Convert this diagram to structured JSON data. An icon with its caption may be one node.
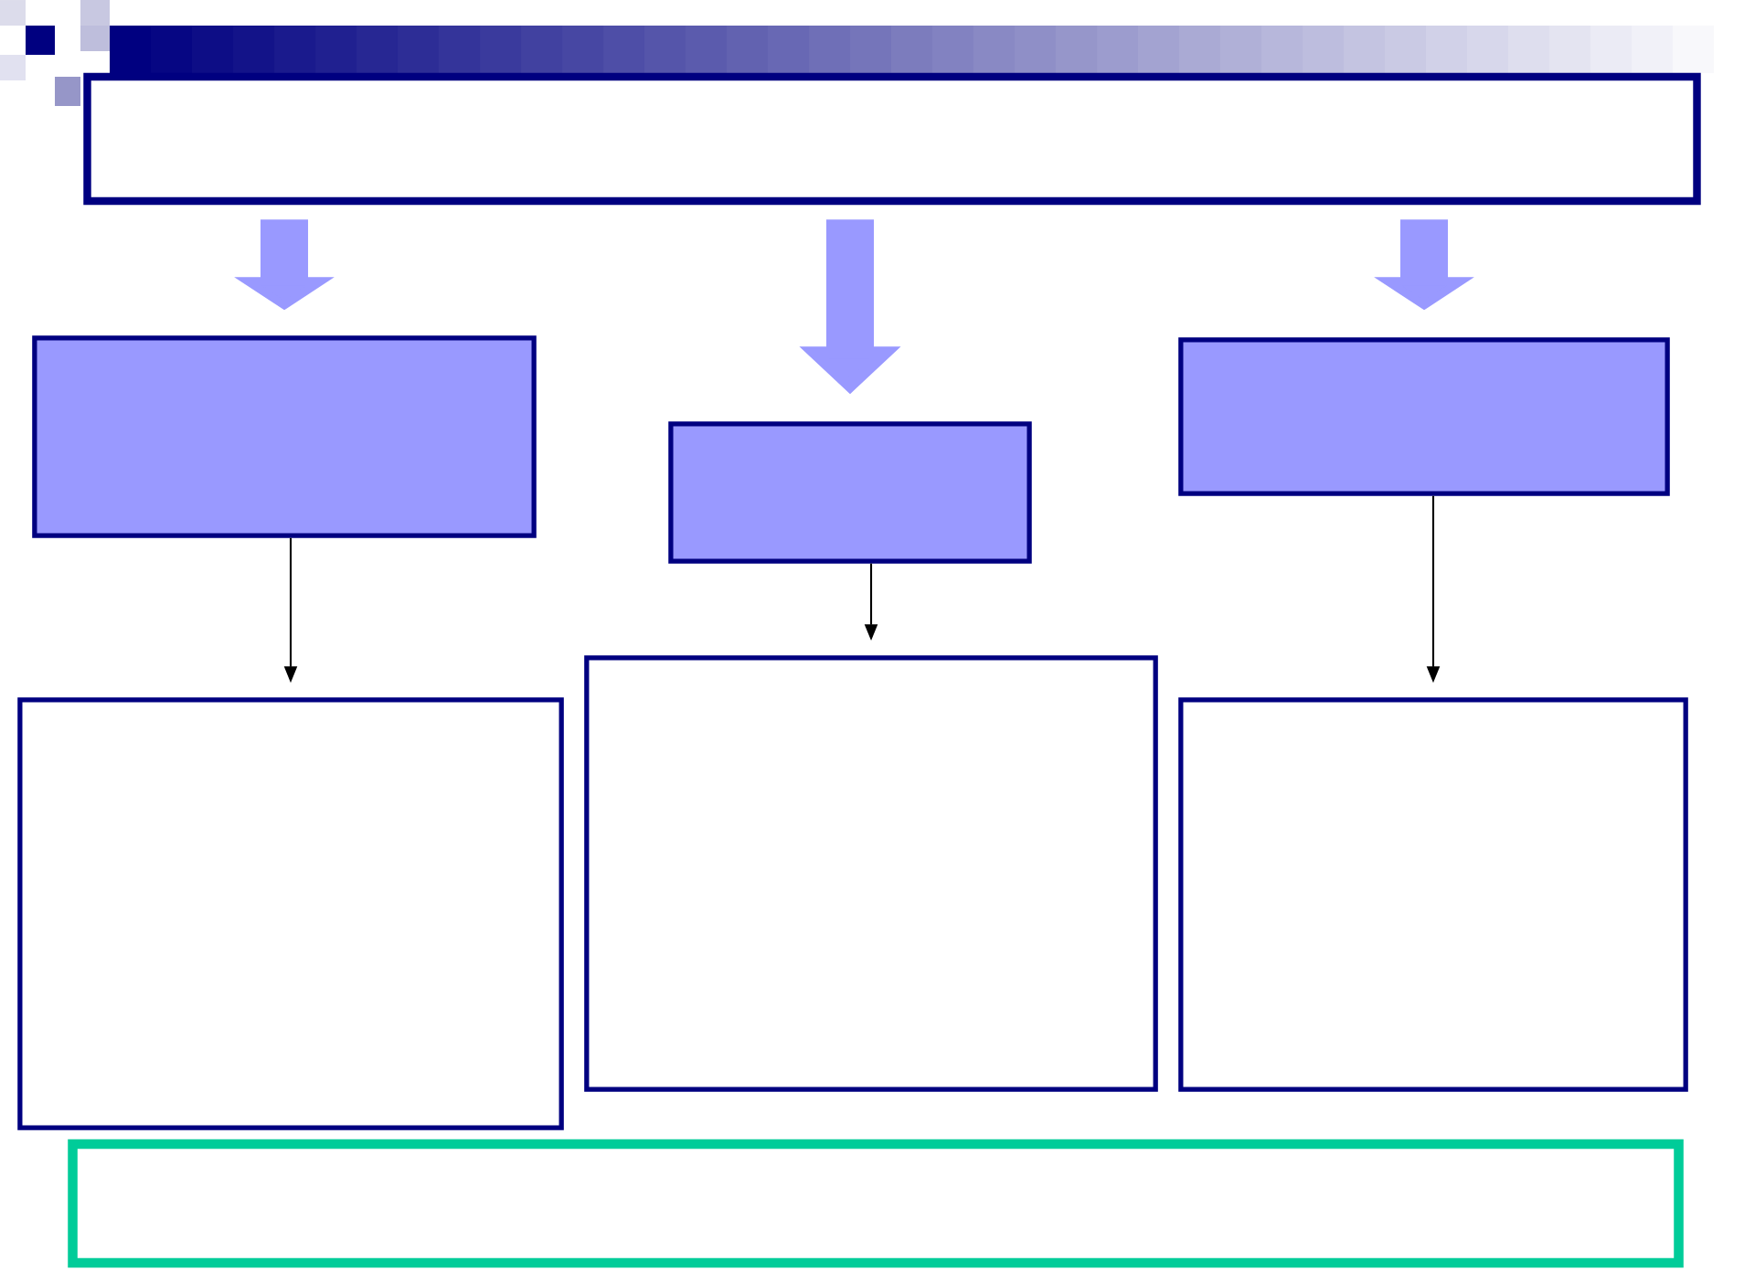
{
  "diagram": {
    "nodes": [
      {
        "text": [],
        "shape": "box"
      },
      {
        "text": [],
        "shape": "box"
      },
      {
        "text": [],
        "shape": "box"
      },
      {
        "text": [],
        "shape": "box"
      },
      {
        "text": [],
        "shape": "box"
      },
      {
        "text": [],
        "shape": "box"
      },
      {
        "text": [],
        "shape": "box"
      },
      {
        "text": [],
        "shape": "box"
      }
    ],
    "edges": [
      {
        "from": 0,
        "to": 1,
        "arrow": "to",
        "style": "thick",
        "color": "#9999ff"
      },
      {
        "from": 0,
        "to": 2,
        "arrow": "to",
        "style": "thick",
        "color": "#9999ff"
      },
      {
        "from": 0,
        "to": 3,
        "arrow": "to",
        "style": "thick",
        "color": "#9999ff"
      },
      {
        "from": 1,
        "to": 4,
        "arrow": "to",
        "color": "#000000"
      },
      {
        "from": 2,
        "to": 5,
        "arrow": "to",
        "color": "#000000"
      },
      {
        "from": 3,
        "to": 6,
        "arrow": "to",
        "color": "#000000"
      }
    ]
  }
}
